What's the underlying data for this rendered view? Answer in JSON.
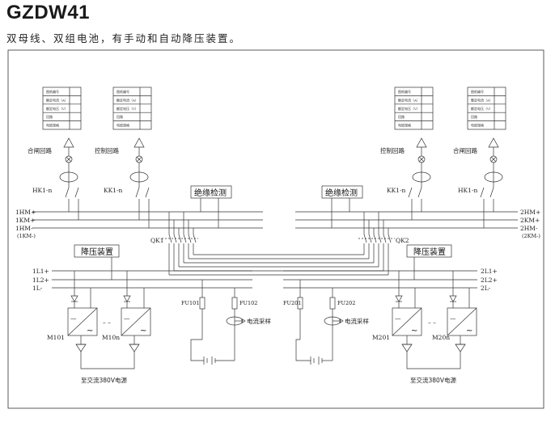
{
  "header": {
    "title": "GZDW41",
    "subtitle": "双母线、双组电池，有手动和自动降压装置。"
  },
  "panels": {
    "rows_a": [
      "图纸编号",
      "额定电流（A）",
      "额定电压（V）",
      "回路",
      "电缆规格"
    ],
    "rows_b": [
      "图纸编号",
      "额定电流（A）",
      "额定电压（V）",
      "回路",
      "电缆规格"
    ],
    "rows_c": [
      "图纸编号",
      "额定电流（A）",
      "额定电压（V）",
      "回路",
      "电缆规格"
    ],
    "rows_d": [
      "图纸编号",
      "整定电流（A）",
      "额定电压（V）",
      "回路",
      "电缆规格"
    ]
  },
  "circuits": {
    "left_close": "合闸回路",
    "left_control": "控制回路",
    "right_control": "控制回路",
    "right_close": "合闸回路"
  },
  "switches": {
    "hk1_left": "HK1-n",
    "kk1_left": "KK1-n",
    "kk1_right": "KK1-n",
    "hk1_right": "HK1-n",
    "qk1": "QK1",
    "qk2": "QK2"
  },
  "boxes": {
    "insulation_left": "绝缘检测",
    "insulation_right": "绝缘检测",
    "reducer_left": "降压装置",
    "reducer_right": "降压装置"
  },
  "buses": {
    "left": [
      "1HM+",
      "1KM+",
      "1HM-",
      "(1KM-)"
    ],
    "right": [
      "2HM+",
      "2KM+",
      "2HM-",
      "(2KM-)"
    ],
    "left_l": [
      "1L1+",
      "1L2+",
      "1L-"
    ],
    "right_l": [
      "2L1+",
      "2L2+",
      "2L-"
    ]
  },
  "fuses": {
    "fu101": "FU101",
    "fu102": "FU102",
    "fu201": "FU201",
    "fu202": "FU202"
  },
  "sampling": {
    "left": "电流采样",
    "right": "电流采样"
  },
  "modules": {
    "m101": "M101",
    "m10n": "M10n",
    "m201": "M201",
    "m20n": "M20n",
    "dash": "– –",
    "minus": "—",
    "tilde": "~"
  },
  "sources": {
    "left": "至交流380V电源",
    "right": "至交流380V电源"
  }
}
